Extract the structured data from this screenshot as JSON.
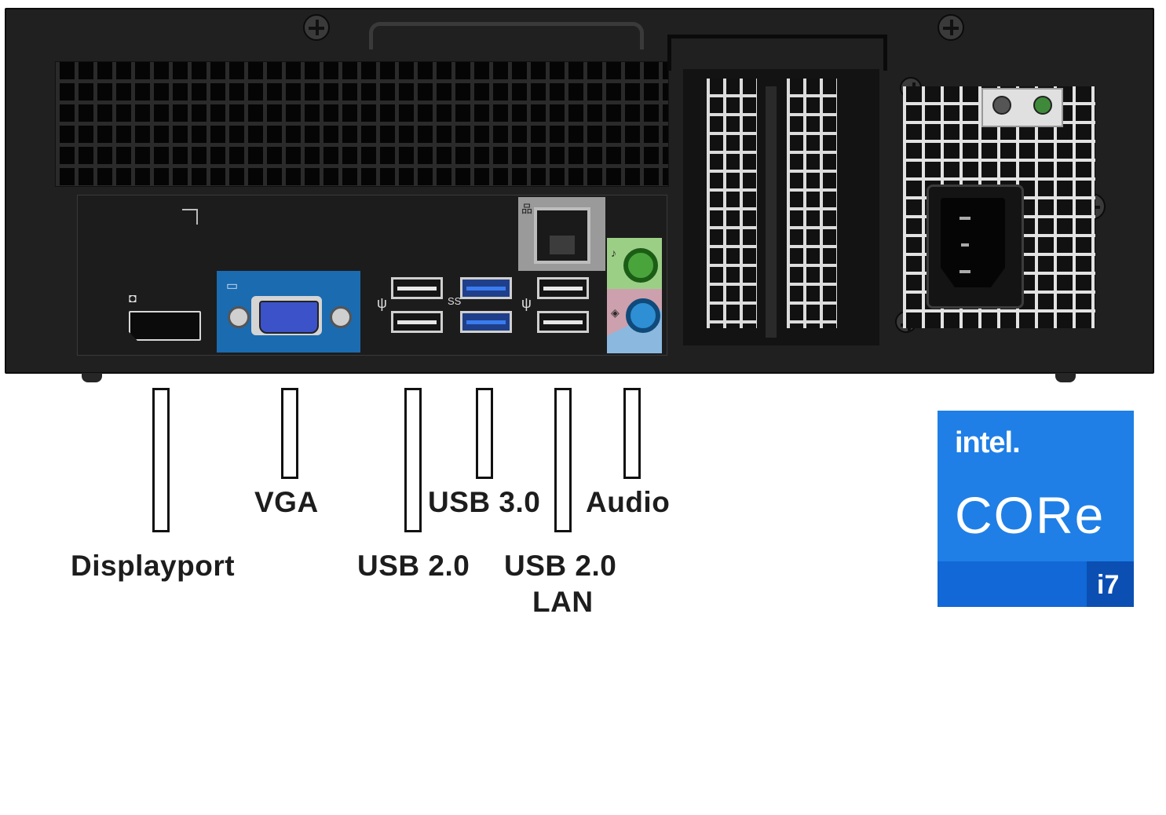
{
  "callout_labels": {
    "displayport": "Displayport",
    "vga": "VGA",
    "usb2_left": "USB 2.0",
    "usb3": "USB 3.0",
    "usb2_right": "USB 2.0",
    "lan": "LAN",
    "audio": "Audio"
  },
  "processor_badge": {
    "brand": "intel.",
    "series": "CORe",
    "tier": "i7",
    "colors": {
      "badge_light": "#1f7fe6",
      "badge_dark": "#1168d6",
      "tier_bar": "#0b4fb3"
    }
  },
  "ports": {
    "colors": {
      "vga_plate": "#1b6bb0",
      "usb3_insert": "#3a7cf0",
      "audio_out": "#4aa43c",
      "audio_in": "#2e8fd4",
      "lan_plate": "#9a9a9a"
    }
  }
}
